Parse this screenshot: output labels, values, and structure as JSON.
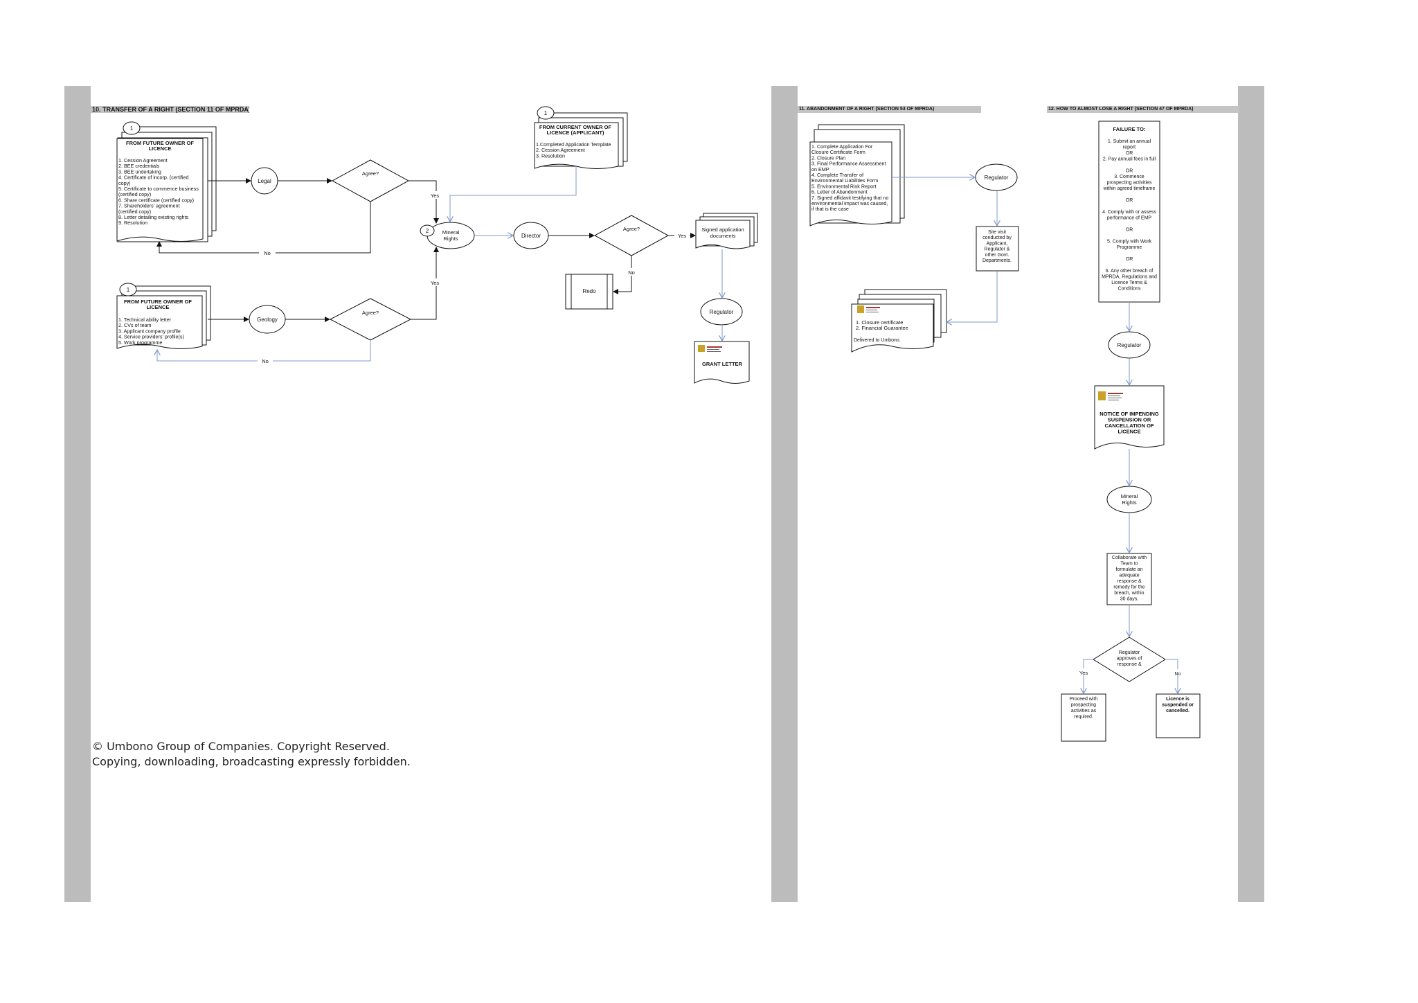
{
  "sections": {
    "s10_title": "10. TRANSFER OF A RIGHT (SECTION 11 OF MPRDA)",
    "s11_title": "11. ABANDONMENT OF A RIGHT (SECTION 53 OF MPRDA)",
    "s12_title": "12. HOW TO ALMOST LOSE A RIGHT (SECTION 47 OF MPRDA)"
  },
  "s10": {
    "doc1": {
      "badge": "1",
      "title1": "FROM FUTURE OWNER OF",
      "title2": "LICENCE",
      "lines": [
        "1. Cession Agreement",
        "2. BEE credentials",
        "3. BEE undertaking",
        "4. Certificate of incorp. (certified",
        "copy)",
        "5. Certificate to commence business",
        "(certified copy)",
        "6. Share certificate (certified copy)",
        "7. Shareholders' agreement",
        "(certified copy)",
        "8. Letter detailing existing rights",
        "9. Resolution"
      ]
    },
    "doc2": {
      "badge": "1",
      "title1": "FROM FUTURE OWNER OF",
      "title2": "LICENCE",
      "lines": [
        "1. Technical ability letter",
        "2. CVs of team",
        "3. Applicant company profile",
        "4. Service providers' profile(s)",
        "5. Work programme"
      ]
    },
    "doc3": {
      "badge": "1",
      "title1": "FROM CURRENT OWNER OF",
      "title2": "LICENCE (APPLICANT)",
      "lines": [
        "1.Completed Application Template",
        "2. Cession Agreement",
        "3. Resolution"
      ]
    },
    "legal": "Legal",
    "geology": "Geology",
    "agree1": "Agree?",
    "agree2": "Agree?",
    "agree3": "Agree?",
    "yes1": "Yes",
    "yes2": "Yes",
    "yes3": "Yes",
    "no1": "No",
    "no2": "No",
    "no3": "No",
    "badge2": "2",
    "mineral1": "Mineral",
    "mineral2": "Rights",
    "director": "Director",
    "redo": "Redo",
    "signed1": "Signed application",
    "signed2": "documents",
    "regulator": "Regulator",
    "grant": "GRANT LETTER"
  },
  "s11": {
    "lines": [
      "1. Complete Application For",
      "Closure Certificate Form",
      "2. Closure Plan",
      "3. Final Performance Assessment",
      "on EMP",
      "4. Complete Transfer of",
      "Environmental Liabilities Form",
      "5. Environmental Risk Report",
      "6. Letter of Abandonment",
      "7. Signed affidavit testifying that no",
      "environmental impact was caused,",
      "if that is the case"
    ],
    "regulator": "Regulator",
    "site": [
      "Site visit",
      "conducted by",
      "Applicant,",
      "Regulator &",
      "other Govt.",
      "Departments."
    ],
    "closure": [
      "1. Closure certificate",
      "2. Financial Guarantee"
    ],
    "delivered": "Delivered to Umbono."
  },
  "s12": {
    "failure": "FAILURE TO:",
    "items": [
      "1. Submit an annual",
      "report",
      "OR",
      "2. Pay annual fees in full",
      "",
      "OR",
      "3. Commence",
      "prospecting activities",
      "within agreed timeframe",
      "",
      "OR",
      "",
      "4. Comply with or assess",
      "performance of EMP",
      "",
      "OR",
      "",
      "5. Comply with Work",
      "Programme",
      "",
      "OR",
      "",
      "6. Any other breach of",
      "MPRDA, Regulations and",
      "Licence Terms &",
      "Conditions"
    ],
    "regulator": "Regulator",
    "notice": [
      "NOTICE OF IMPENDING",
      "SUSPENSION OR",
      "CANCELLATION OF",
      "LICENCE"
    ],
    "mineral1": "Mineral",
    "mineral2": "Rights",
    "collab": [
      "Collaborate with",
      "Team to",
      "formulate an",
      "adequate",
      "response &",
      "remedy for the",
      "breach, within",
      "30 days."
    ],
    "approves": [
      "Regulator",
      "approves of",
      "response &"
    ],
    "yes": "Yes",
    "no": "No",
    "proceed": [
      "Proceed with",
      "prospecting",
      "activities as",
      "required."
    ],
    "suspended": [
      "Licence is",
      "suspended or",
      "cancelled."
    ]
  },
  "copyright": {
    "line1": "© Umbono Group of Companies. Copyright Reserved.",
    "line2": "Copying, downloading, broadcasting expressly forbidden."
  },
  "colors": {
    "red": "#e02020",
    "blue": "#2a3fd0",
    "connector_blue": "#7c98c9",
    "bar_gray": "#bdbcbd"
  }
}
